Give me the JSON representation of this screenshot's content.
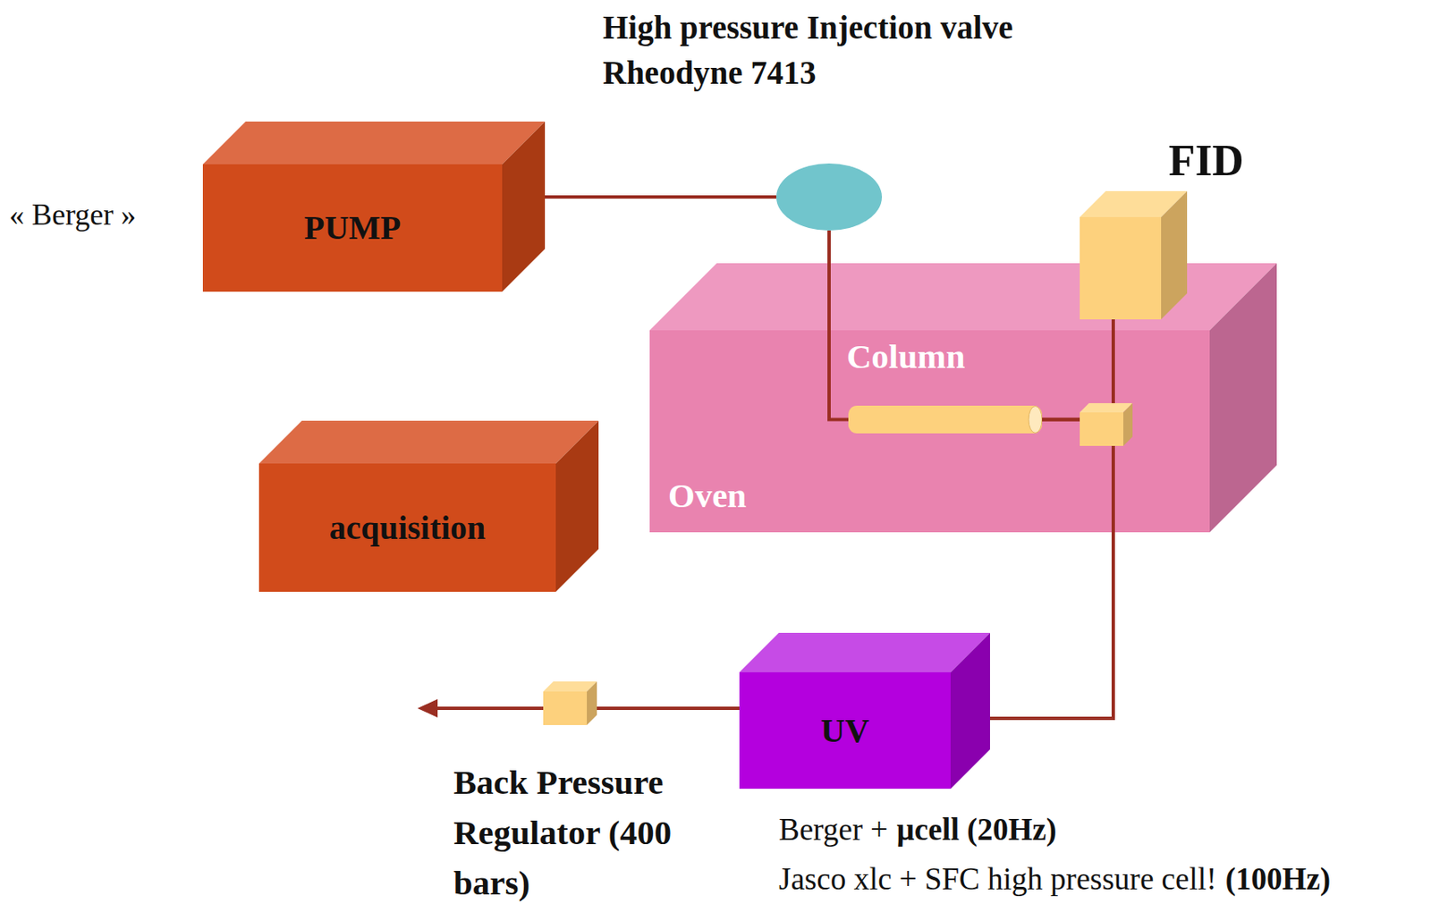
{
  "diagram": {
    "nodes": [
      {
        "text": [
          "PUMP"
        ]
      },
      {
        "text": [
          "High pressure Injection valve Rheodyne 7413"
        ]
      },
      {
        "text": [
          "Oven"
        ]
      },
      {
        "text": [
          "Column"
        ],
        "in": 2
      },
      {
        "text": [
          "FID"
        ]
      },
      {
        "text": [
          "acquisition"
        ]
      },
      {
        "text": [
          "UV"
        ]
      },
      {
        "text": [
          "Back Pressure Regulator (400 bars)"
        ]
      }
    ],
    "edges": [
      {
        "from": 0,
        "to": 1,
        "arrow": "none"
      },
      {
        "from": 1,
        "to": 3,
        "arrow": "none"
      },
      {
        "from": 3,
        "to": 4,
        "arrow": "none"
      },
      {
        "from": 3,
        "to": 6,
        "arrow": "none"
      },
      {
        "from": 6,
        "to": 7,
        "arrow": "none"
      }
    ],
    "labels": [
      "« Berger »",
      "Berger +",
      "µcell (20Hz)",
      "Jasco xlc + SFC high pressure cell!",
      "(100Hz)"
    ]
  }
}
